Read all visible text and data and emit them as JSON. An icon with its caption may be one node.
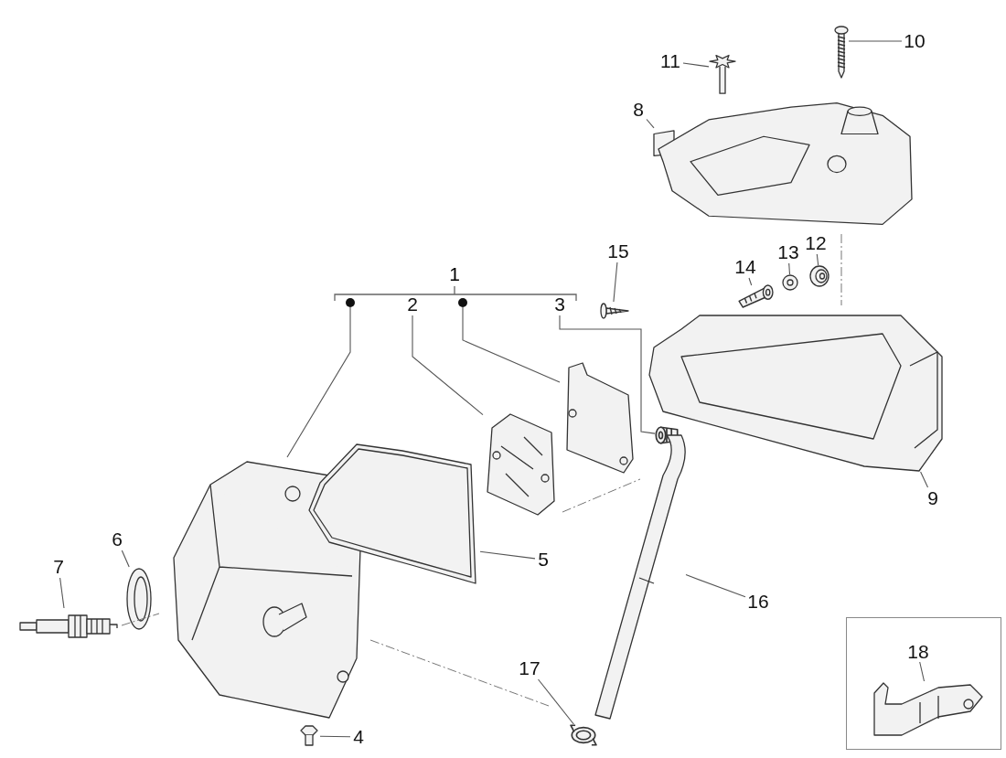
{
  "diagram": {
    "nodes": [
      {
        "text": [
          "11"
        ]
      },
      {
        "text": [
          "10"
        ]
      },
      {
        "text": [],
        "shape": "picture"
      },
      {
        "text": [],
        "shape": "picture"
      },
      {
        "text": [
          "8"
        ]
      },
      {
        "text": [],
        "shape": "picture"
      },
      {
        "text": [
          "15"
        ]
      },
      {
        "text": [
          "14"
        ]
      },
      {
        "text": [
          "13"
        ]
      },
      {
        "text": [
          "12"
        ]
      },
      {
        "text": [],
        "shape": "picture"
      },
      {
        "text": [],
        "shape": "picture"
      },
      {
        "text": [],
        "shape": "picture"
      },
      {
        "text": [],
        "shape": "picture"
      },
      {
        "text": [],
        "shape": "circle"
      },
      {
        "text": [
          "2"
        ]
      },
      {
        "text": [],
        "shape": "circle"
      },
      {
        "text": [
          "3"
        ]
      },
      {
        "text": [],
        "shape": "picture"
      },
      {
        "text": [],
        "shape": "picture"
      },
      {
        "text": [],
        "shape": "picture"
      },
      {
        "text": [],
        "shape": "picture"
      },
      {
        "text": [
          "9"
        ]
      },
      {
        "text": [
          "6"
        ]
      },
      {
        "text": [
          "7"
        ]
      },
      {
        "text": [],
        "shape": "picture"
      },
      {
        "text": [],
        "shape": "picture"
      },
      {
        "text": [
          "5"
        ]
      },
      {
        "text": [],
        "shape": "picture"
      },
      {
        "text": [],
        "shape": "picture"
      },
      {
        "text": [
          "16"
        ]
      },
      {
        "text": [],
        "shape": "picture"
      },
      {
        "text": [
          "17"
        ]
      },
      {
        "text": [],
        "shape": "picture"
      },
      {
        "text": [
          "4"
        ]
      },
      {
        "text": [],
        "shape": "picture"
      },
      {
        "text": [],
        "shape": "box"
      },
      {
        "text": [
          "18"
        ],
        "in": 36
      },
      {
        "text": [],
        "shape": "picture",
        "in": 36
      }
    ],
    "edges": [
      {
        "from": 0,
        "to": 2,
        "arrow": "none"
      },
      {
        "from": 1,
        "to": 3,
        "arrow": "none"
      },
      {
        "from": 4,
        "to": 5,
        "arrow": "none"
      },
      {
        "from": 6,
        "to": 10,
        "arrow": "none"
      },
      {
        "from": 7,
        "to": 11,
        "arrow": "none"
      },
      {
        "from": 8,
        "to": 12,
        "arrow": "none"
      },
      {
        "from": 9,
        "to": 13,
        "arrow": "none"
      },
      {
        "from": 14,
        "to": 25,
        "arrow": "none"
      },
      {
        "from": 15,
        "to": 19,
        "arrow": "none"
      },
      {
        "from": 16,
        "to": 20,
        "arrow": "none"
      },
      {
        "from": 17,
        "to": 21,
        "arrow": "none"
      },
      {
        "from": 22,
        "to": 18,
        "arrow": "none"
      },
      {
        "from": 27,
        "to": 26,
        "arrow": "none"
      },
      {
        "from": 23,
        "to": 28,
        "arrow": "none"
      },
      {
        "from": 24,
        "to": 29,
        "arrow": "none"
      },
      {
        "from": 30,
        "to": 31,
        "arrow": "none"
      },
      {
        "from": 32,
        "to": 33,
        "arrow": "none"
      },
      {
        "from": 34,
        "to": 35,
        "arrow": "none"
      },
      {
        "from": 37,
        "to": 38,
        "arrow": "none"
      }
    ],
    "labels": [
      "1"
    ]
  }
}
